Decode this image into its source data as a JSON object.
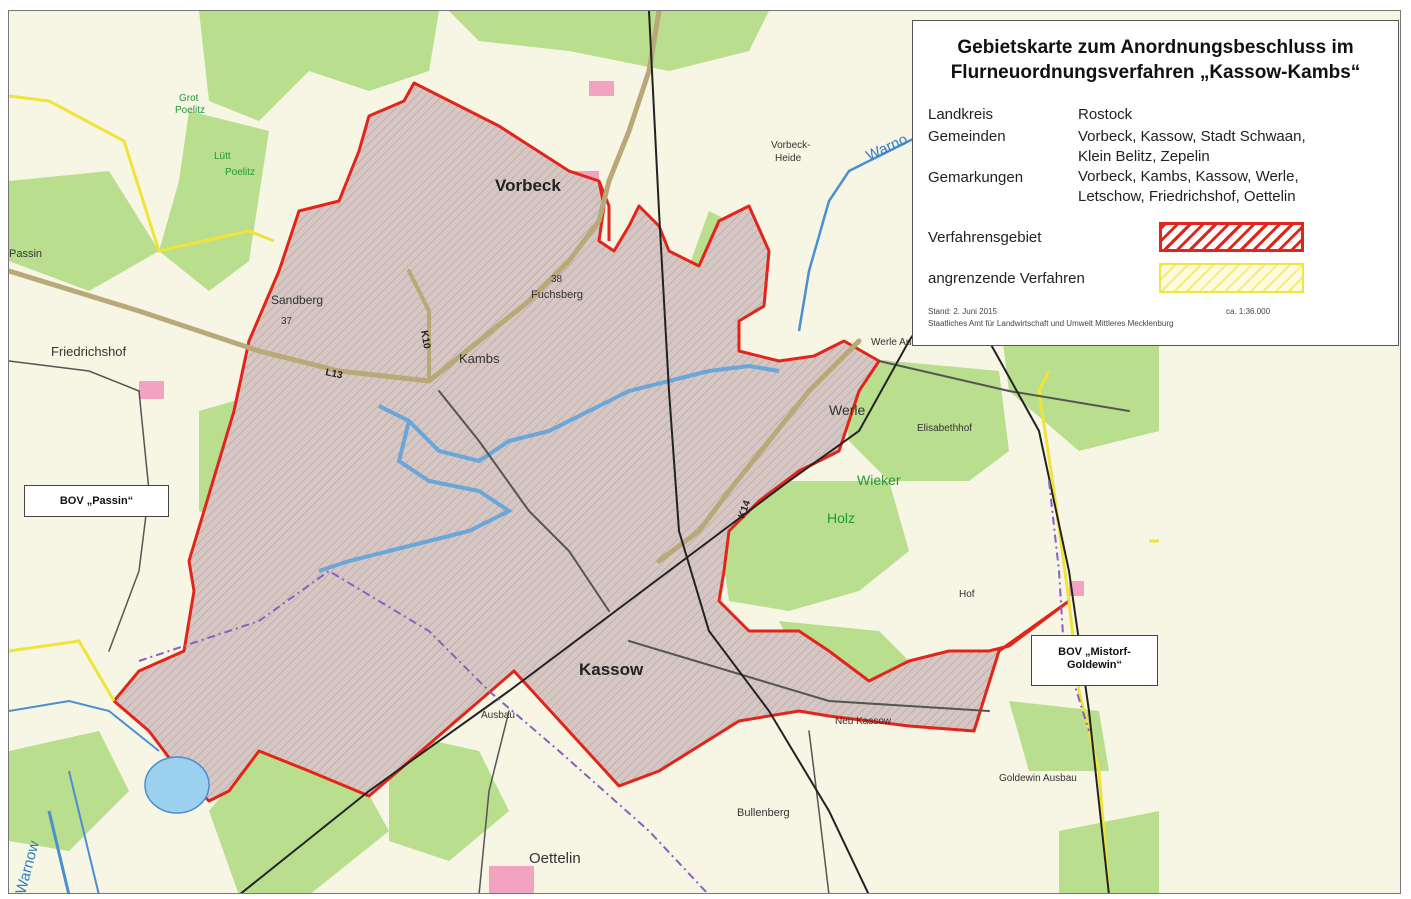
{
  "legend": {
    "title_line1": "Gebietskarte zum Anordnungsbeschluss im",
    "title_line2": "Flurneuordnungsverfahren „Kassow-Kambs“",
    "landkreis_label": "Landkreis",
    "landkreis_value": "Rostock",
    "gemeinden_label": "Gemeinden",
    "gemeinden_value_1": "Vorbeck, Kassow, Stadt Schwaan,",
    "gemeinden_value_2": "Klein Belitz, Zepelin",
    "gemarkungen_label": "Gemarkungen",
    "gemarkungen_value_1": "Vorbeck, Kambs, Kassow, Werle,",
    "gemarkungen_value_2": "Letschow, Friedrichshof, Oettelin",
    "verfahrensgebiet_label": "Verfahrensgebiet",
    "angrenzende_label": "angrenzende Verfahren",
    "stand": "Stand: 2. Juni 2015",
    "scale": "ca. 1:36.000",
    "agency": "Staatliches Amt für Landwirtschaft und Umwelt Mittleres Mecklenburg",
    "colors": {
      "verfahrensgebiet": "#e2251b",
      "angrenzende": "#f2e540"
    }
  },
  "map": {
    "bov_passin": "BOV „Passin“",
    "bov_mistorf_1": "BOV „Mistorf-",
    "bov_mistorf_2": "Goldewin“",
    "places": {
      "vorbeck": "Vorbeck",
      "kambs": "Kambs",
      "kassow": "Kassow",
      "werle": "Werle",
      "werle_ausbau": "Werle Ausbau",
      "oettelin": "Oettelin",
      "friedrichshof": "Friedrichshof",
      "passin": "Passin",
      "sandberg": "Sandberg",
      "sandberg_height": "37",
      "fuchsberg": "Fuchsberg",
      "fuchsberg_height": "38",
      "vorbeck_heide_1": "Vorbeck-",
      "vorbeck_heide_2": "Heide",
      "elisabethhof": "Elisabethhof",
      "hof": "Hof",
      "neu_kassow": "Neu Kassow",
      "ausbau": "Ausbau",
      "bullenberg": "Bullenberg",
      "goldewin_ausbau": "Goldewin Ausbau",
      "grot_1": "Grot",
      "grot_2": "Poelitz",
      "luett_1": "Lütt",
      "luett_2": "Poelitz"
    },
    "forest_labels": {
      "wieker": "Wieker",
      "holz": "Holz"
    },
    "water_labels": {
      "warnow_top": "Warno",
      "warnow_left": "Warnow"
    },
    "roads": {
      "l13": "L13",
      "k14": "K14",
      "k10": "K10"
    },
    "colors": {
      "background": "#f7f5e4",
      "forest": "#b9de8e",
      "area_fill": "#d8c5c3",
      "boundary_red": "#e2251b",
      "boundary_yellow": "#f0e33a",
      "water": "#9bd0ee",
      "river": "#4a8fd0",
      "settlement": "#f3a3c0"
    }
  }
}
